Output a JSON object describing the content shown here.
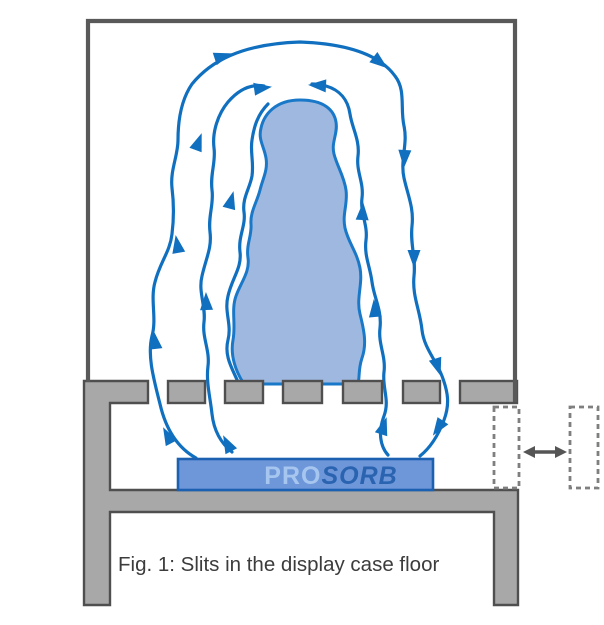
{
  "figure": {
    "caption": "Fig. 1: Slits in the display case floor",
    "brand": {
      "pro": "PRO",
      "sorb": "SORB"
    }
  },
  "colors": {
    "flow_blue": "#1070bf",
    "vase_fill": "#9fb8e0",
    "vase_outline": "#1a78c8",
    "cassette_fill": "#6e97d9",
    "cassette_outline": "#1c60b2",
    "structure_gray_fill": "#a8a8a8",
    "structure_gray_outline": "#4f4f4f",
    "case_outline": "#595959",
    "dashed_panel_gray": "#7f7f7f",
    "exchange_arrow_gray": "#555555",
    "caption_text": "#3c3c3c"
  }
}
